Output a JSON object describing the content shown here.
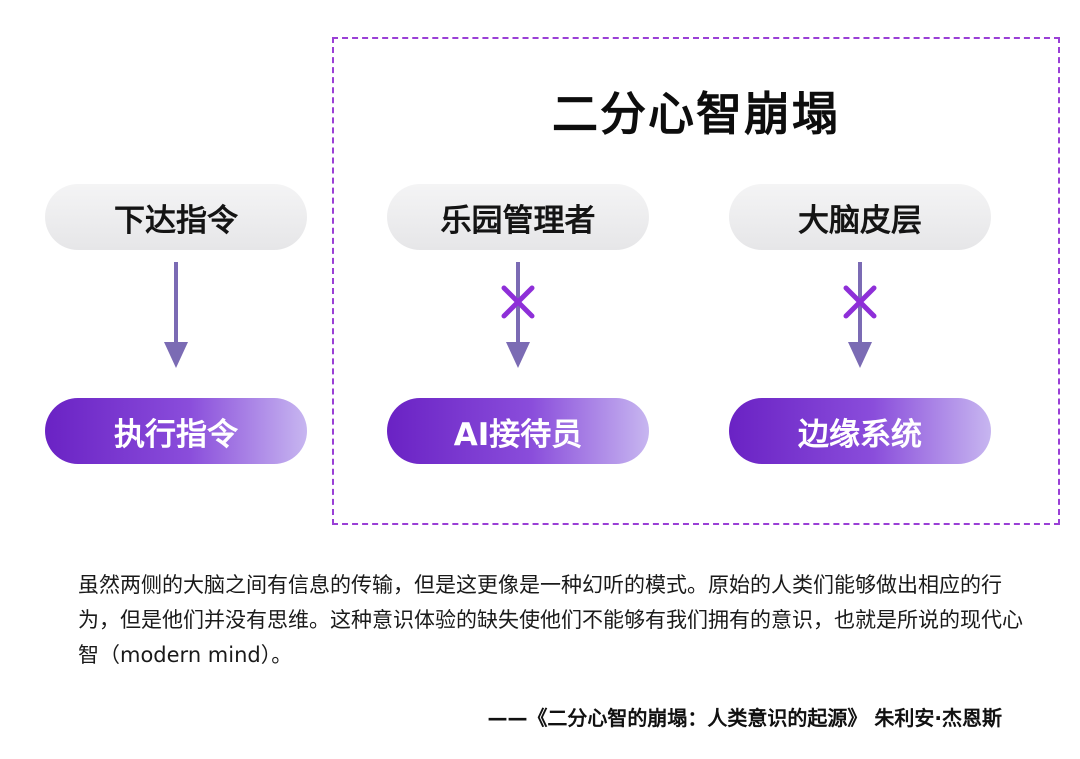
{
  "frame": {
    "title": "二分心智崩塌",
    "border_color": "#9a3fd6"
  },
  "columns": [
    {
      "top_label": "下达指令",
      "bottom_label": "执行指令",
      "blocked": false
    },
    {
      "top_label": "乐园管理者",
      "bottom_label": "AI接待员",
      "blocked": true
    },
    {
      "top_label": "大脑皮层",
      "bottom_label": "边缘系统",
      "blocked": true
    }
  ],
  "colors": {
    "top_pill": "#ececee",
    "bottom_pill_start": "#6a22c4",
    "bottom_pill_end": "#c7b6f0",
    "arrow": "#7b6bb4",
    "cross": "#8e2fd8"
  },
  "icons": {
    "arrow": "arrow-down-icon",
    "cross": "cross-icon"
  },
  "quote": {
    "text": "虽然两侧的大脑之间有信息的传输，但是这更像是一种幻听的模式。原始的人类们能够做出相应的行为，但是他们并没有思维。这种意识体验的缺失使他们不能够有我们拥有的意识，也就是所说的现代心智（modern mind）。",
    "source": "——《二分心智的崩塌：人类意识的起源》 朱利安·杰恩斯"
  }
}
